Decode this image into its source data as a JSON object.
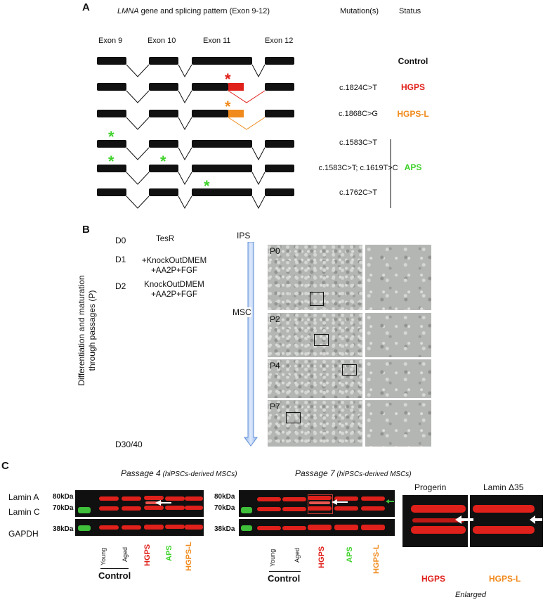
{
  "panel_a": {
    "letter": "A",
    "gene_word": "LMNA",
    "header_rest": " gene and splicing pattern (Exon 9-12)",
    "mutations_header": "Mutation(s)",
    "status_header": "Status",
    "exons": [
      "Exon 9",
      "Exon 10",
      "Exon 11",
      "Exon 12"
    ],
    "rows": [
      {
        "mutation": "",
        "status": "Control"
      },
      {
        "mutation": "c.1824C>T",
        "status": "HGPS"
      },
      {
        "mutation": "c.1868C>G",
        "status": "HGPS-L"
      },
      {
        "mutation": "c.1583C>T",
        "status": ""
      },
      {
        "mutation": "c.1583C>T; c.1619T>C",
        "status": "APS"
      },
      {
        "mutation": "c.1762C>T",
        "status": ""
      }
    ],
    "star": "*",
    "colors": {
      "control": "#111111",
      "hgps": "#e0201a",
      "hgpsl": "#f08a1c",
      "aps": "#3fd22b"
    }
  },
  "panel_b": {
    "letter": "B",
    "days": [
      "D0",
      "D1",
      "D2",
      "D30/40"
    ],
    "media": [
      "TesR",
      "+KnockOutDMEM\n+AA2P+FGF",
      "KnockOutDMEM\n+AA2P+FGF"
    ],
    "ylabel_line1": "Differentiation and maturation",
    "ylabel_line2": "through passages (P)",
    "arrow_top": "IPS",
    "arrow_mid": "MSC",
    "passages": [
      "P0",
      "P2",
      "P4",
      "P7"
    ]
  },
  "panel_c": {
    "letter": "C",
    "p4_title": "Passage 4",
    "p4_sub": " (hiPSCs-derived MSCs)",
    "p7_title": "Passage 7",
    "p7_sub": " (hiPSCs-derived MSCs)",
    "row_labels": [
      "Lamin A",
      "Lamin C",
      "GAPDH"
    ],
    "markers": [
      "80kDa",
      "70kDa",
      "38kDa"
    ],
    "lanes": [
      "Young",
      "Aged",
      "HGPS",
      "APS",
      "HGPS-L"
    ],
    "control_label": "Control",
    "enlarged_titles": [
      "Progerin",
      "Lamin Δ35"
    ],
    "enlarged_labels": [
      "HGPS",
      "HGPS-L"
    ],
    "enlarged_caption": "Enlarged"
  }
}
